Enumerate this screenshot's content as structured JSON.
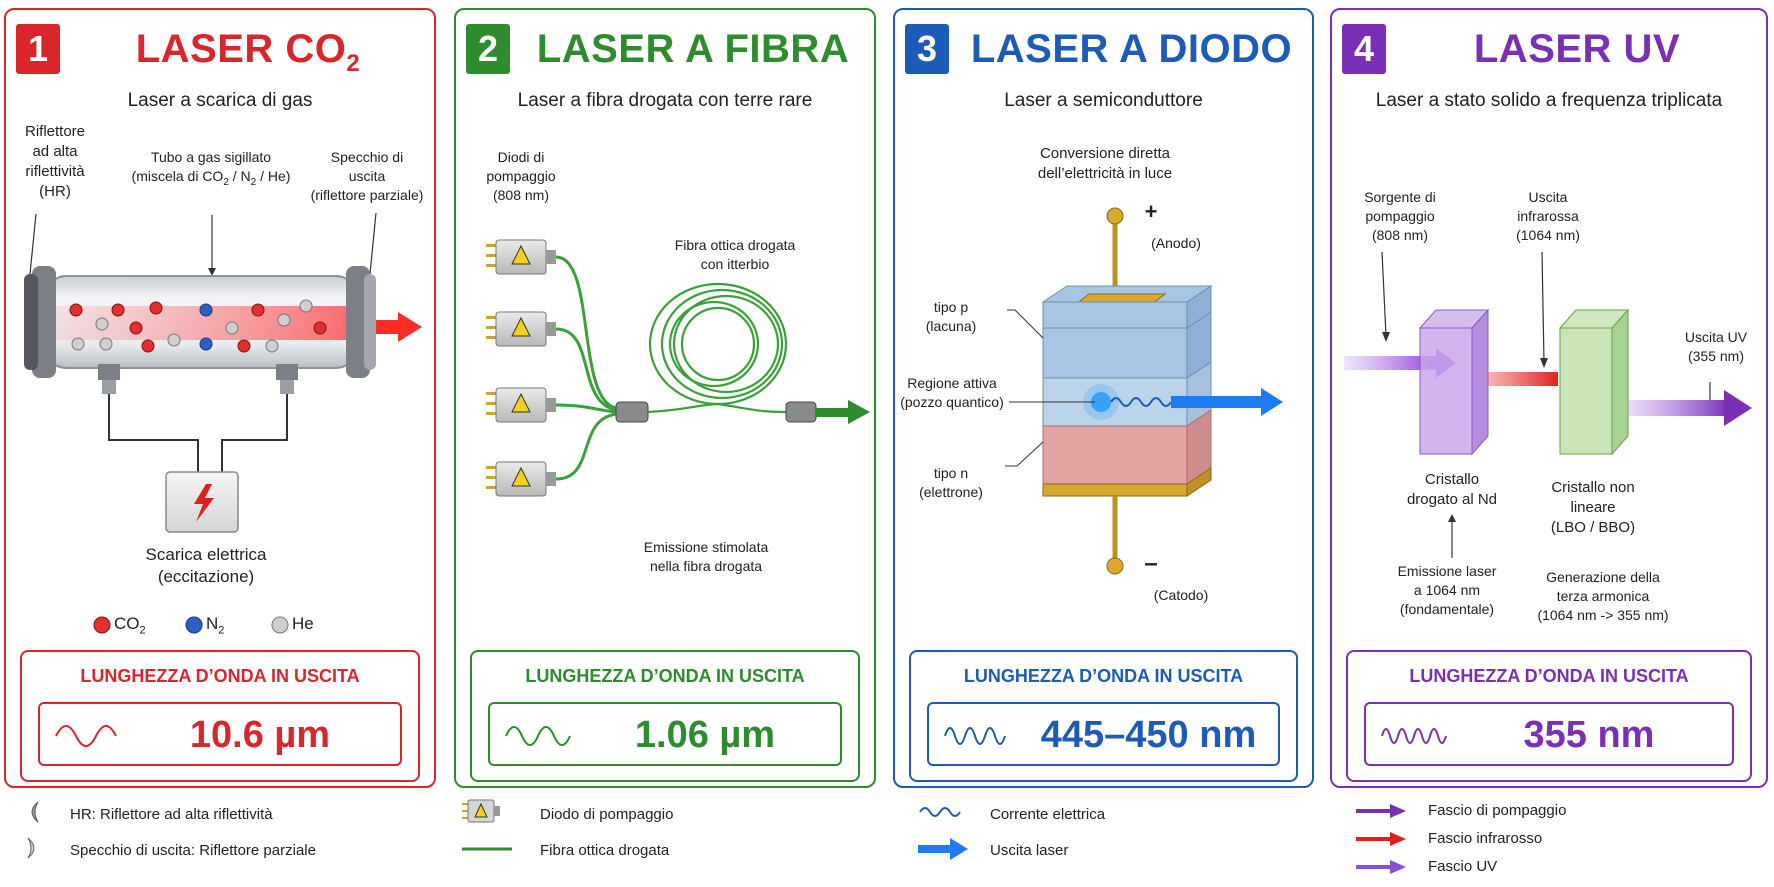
{
  "panels": {
    "co2": {
      "number": "1",
      "title_main": "LASER CO",
      "title_sub": "2",
      "subtitle": "Laser a scarica di gas",
      "label_hr": [
        "Riflettore",
        "ad alta",
        "riflettività",
        "(HR)"
      ],
      "label_tube_1": "Tubo a gas sigillato",
      "label_tube_2a": "(miscela di CO",
      "label_tube_2b": "2",
      "label_tube_2c": " / N",
      "label_tube_2d": "2",
      "label_tube_2e": " / He)",
      "label_output": [
        "Specchio di",
        "uscita",
        "(riflettore parziale)"
      ],
      "label_discharge": [
        "Scarica elettrica",
        "(eccitazione)"
      ],
      "key_co2": "CO",
      "key_co2_sub": "2",
      "key_n2": "N",
      "key_n2_sub": "2",
      "key_he": "He",
      "wl_title": "LUNGHEZZA D’ONDA IN USCITA",
      "wl_value": "10.6 µm",
      "color": "#d9262c"
    },
    "fiber": {
      "number": "2",
      "title": "LASER A FIBRA",
      "subtitle": "Laser a fibra drogata con terre rare",
      "label_diodes": [
        "Diodi di",
        "pompaggio",
        "(808 nm)"
      ],
      "label_fiber": [
        "Fibra ottica drogata",
        "con itterbio"
      ],
      "label_emission": [
        "Emissione stimolata",
        "nella fibra drogata"
      ],
      "wl_title": "LUNGHEZZA D’ONDA IN USCITA",
      "wl_value": "1.06 µm",
      "color": "#2e8b2e"
    },
    "diode": {
      "number": "3",
      "title": "LASER A DIODO",
      "subtitle": "Laser a semiconduttore",
      "label_conversion": [
        "Conversione diretta",
        "dell’elettricità in luce"
      ],
      "label_plus": "+",
      "label_anode": "(Anodo)",
      "label_minus": "–",
      "label_cathode": "(Catodo)",
      "label_p": [
        "tipo p",
        "(lacuna)"
      ],
      "label_active": [
        "Regione attiva",
        "(pozzo quantico)"
      ],
      "label_n": [
        "tipo n",
        "(elettrone)"
      ],
      "wl_title": "LUNGHEZZA D’ONDA IN USCITA",
      "wl_value": "445–450 nm",
      "color": "#1c5cb8"
    },
    "uv": {
      "number": "4",
      "title": "LASER UV",
      "subtitle": "Laser a stato solido a frequenza triplicata",
      "label_pump": [
        "Sorgente di",
        "pompaggio",
        "(808 nm)"
      ],
      "label_ir": [
        "Uscita",
        "infrarossa",
        "(1064 nm)"
      ],
      "label_uvout": [
        "Uscita UV",
        "(355 nm)"
      ],
      "label_ndcrystal": [
        "Cristallo",
        "drogato al Nd"
      ],
      "label_nlcrystal": [
        "Cristallo non",
        "lineare",
        "(LBO / BBO)"
      ],
      "label_emission": [
        "Emissione laser",
        "a 1064 nm",
        "(fondamentale)"
      ],
      "label_thg": [
        "Generazione della",
        "terza armonica",
        "(1064 nm -> 355 nm)"
      ],
      "wl_title": "LUNGHEZZA D’ONDA IN USCITA",
      "wl_value": "355 nm",
      "color": "#7a2fb5"
    }
  },
  "legend": {
    "hr": "HR: Riflettore ad alta riflettività",
    "oc": "Specchio di uscita: Riflettore parziale",
    "pump_diode": "Diodo di pompaggio",
    "doped_fiber": "Fibra ottica drogata",
    "current": "Corrente elettrica",
    "laser_out": "Uscita laser",
    "pump_beam": "Fascio di pompaggio",
    "ir_beam": "Fascio infrarosso",
    "uv_beam": "Fascio UV"
  }
}
